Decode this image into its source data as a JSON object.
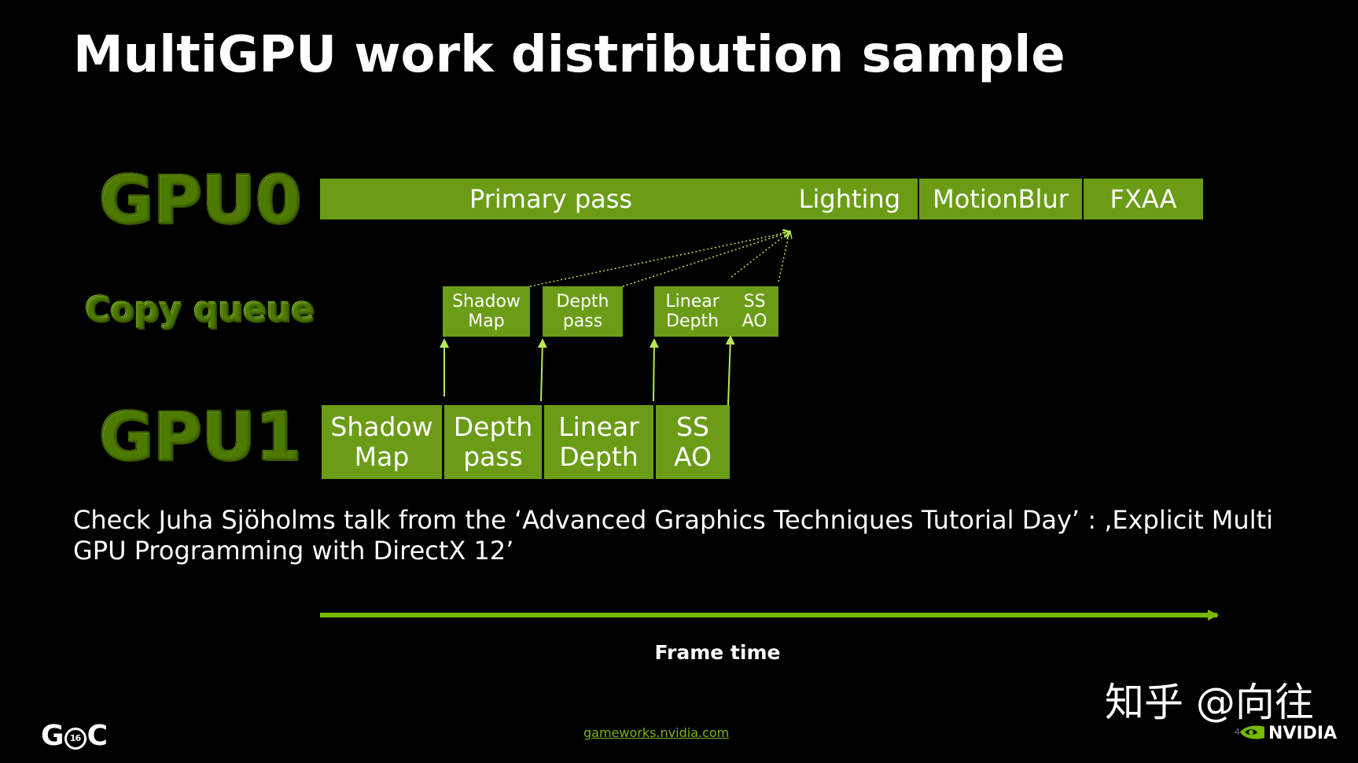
{
  "title": "MultiGPU work distribution sample",
  "rows": {
    "gpu0": "GPU0",
    "copy_queue": "Copy queue",
    "gpu1": "GPU1"
  },
  "gpu0_blocks": {
    "primary_pass": "Primary pass",
    "lighting": "Lighting",
    "motion_blur": "MotionBlur",
    "fxaa": "FXAA"
  },
  "copy_blocks": {
    "shadow_map": [
      "Shadow",
      "Map"
    ],
    "depth_pass": [
      "Depth",
      "pass"
    ],
    "linear_depth": [
      "Linear",
      "Depth"
    ],
    "ssao": [
      "SS",
      "AO"
    ]
  },
  "gpu1_blocks": {
    "shadow_map": [
      "Shadow",
      "Map"
    ],
    "depth_pass": [
      "Depth",
      "pass"
    ],
    "linear_depth": [
      "Linear",
      "Depth"
    ],
    "ssao": [
      "SS",
      "AO"
    ]
  },
  "note": "Check Juha Sjöholms talk from the ‘Advanced Graphics Techniques Tutorial Day’ : ‚Explicit Multi GPU Programming with DirectX 12’",
  "axis_label": "Frame time",
  "footer_link": "gameworks.nvidia.com",
  "gdc_logo": {
    "prefix": "G",
    "year": "16",
    "suffix": "C"
  },
  "watermark": "知乎 @向往",
  "nvidia_wordmark": "NVIDIA",
  "page_number": "4",
  "colors": {
    "background": "#000000",
    "block_green": "#6b9c16",
    "label_green": "#9acd32",
    "arrow_green": "#b5e853",
    "timeline_green": "#76b900",
    "text": "#ffffff"
  },
  "icons": {
    "nvidia_eye": "nvidia-eye-icon"
  }
}
